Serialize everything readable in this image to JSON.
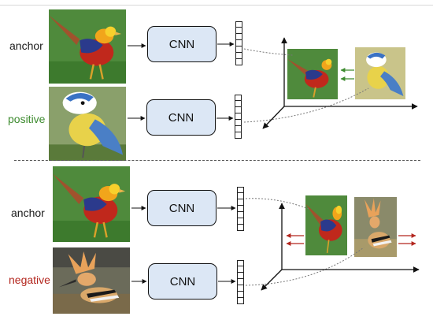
{
  "labels": {
    "anchor_top": "anchor",
    "positive": "positive",
    "anchor_bottom": "anchor",
    "negative": "negative"
  },
  "cnn": {
    "label_1": "CNN",
    "label_2": "CNN",
    "label_3": "CNN",
    "label_4": "CNN"
  },
  "colors": {
    "positive": "#3d8b2f",
    "negative": "#b3261e",
    "cnn_fill": "#dce7f5",
    "pull_arrow": "#3d8b2f",
    "push_arrow": "#b3261e",
    "divider": "#555555"
  },
  "icons": {
    "pheasant": "golden-pheasant-icon",
    "tit": "blue-tit-icon",
    "hoopoe": "hoopoe-icon"
  }
}
